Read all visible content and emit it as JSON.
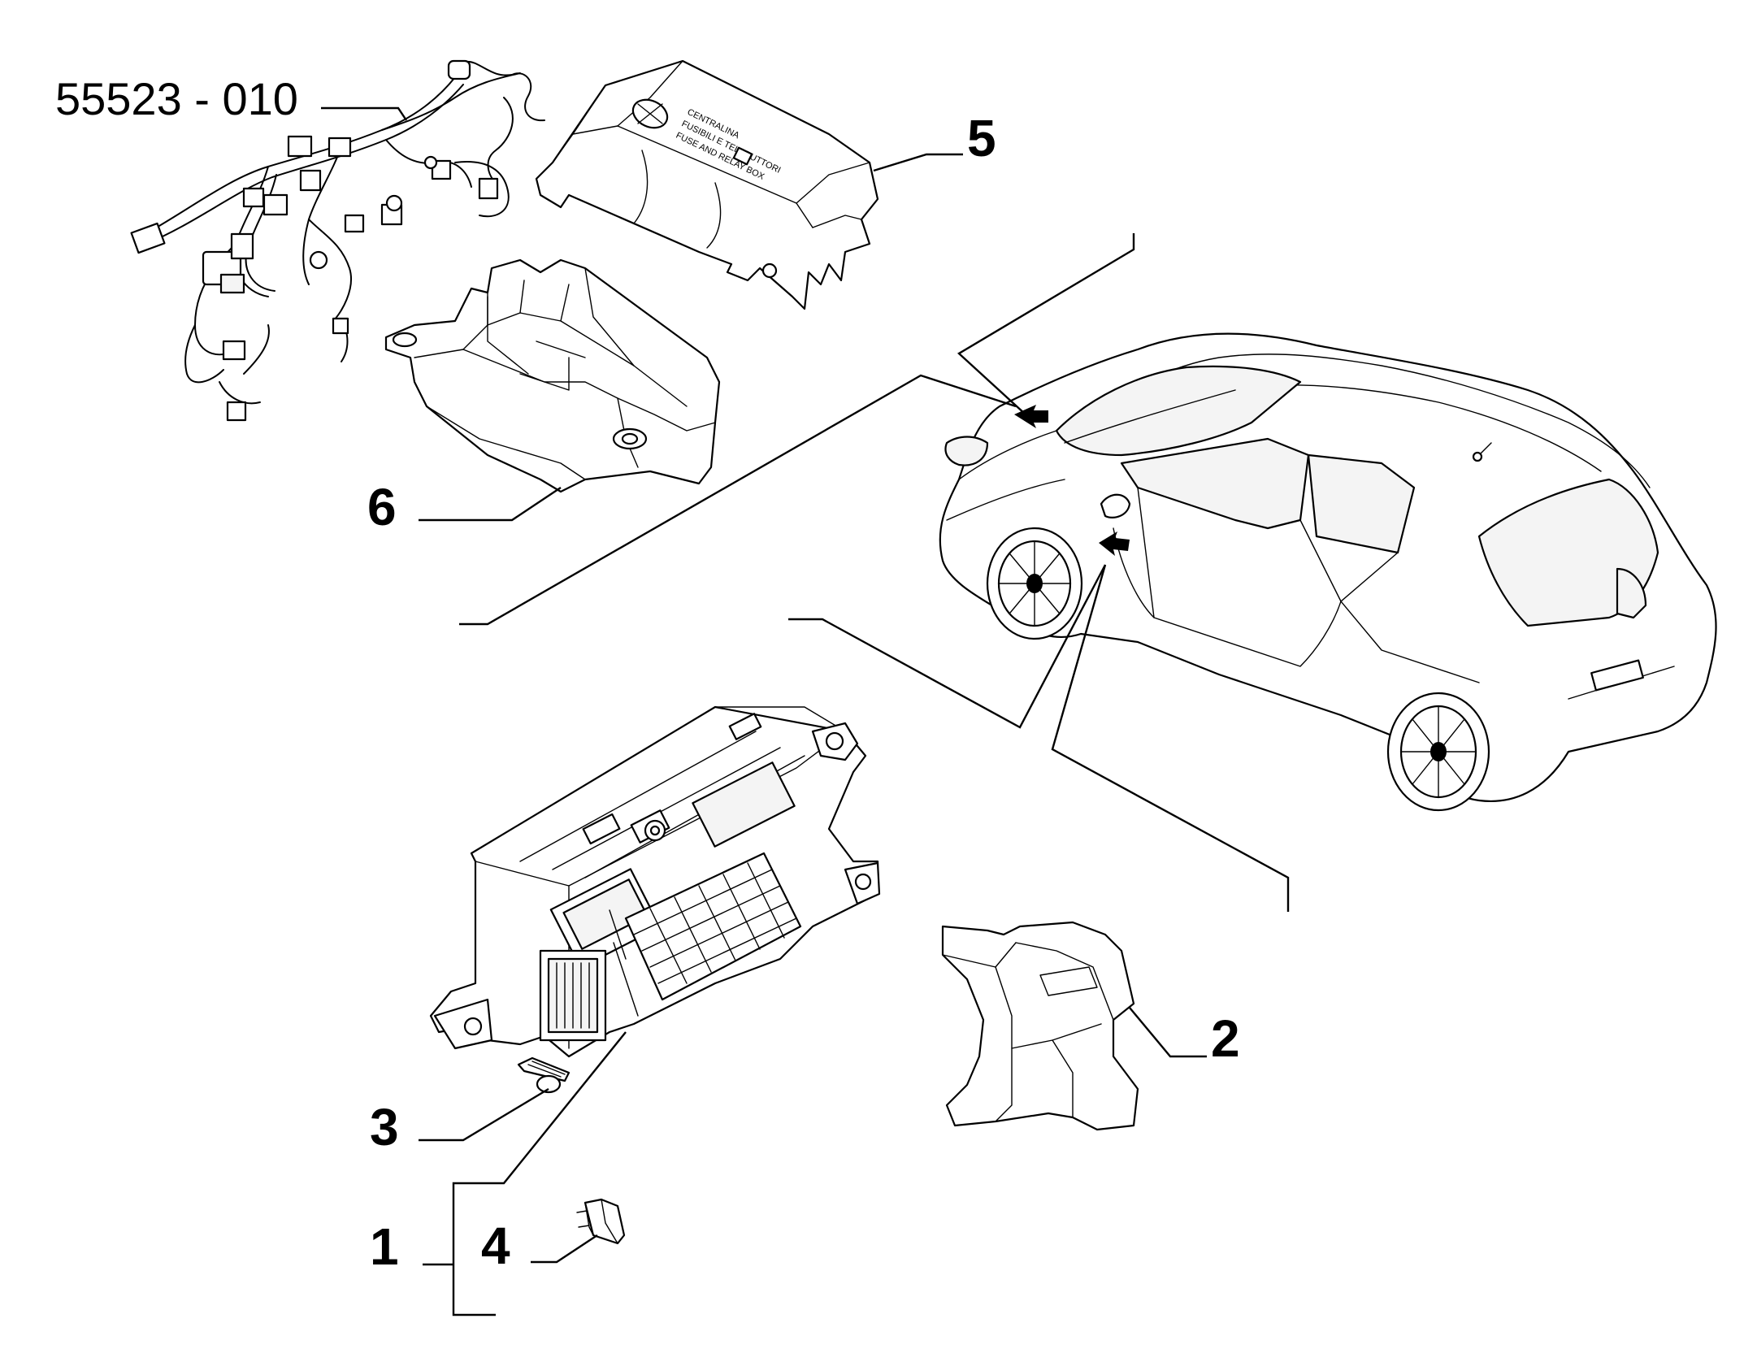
{
  "callouts": {
    "harness_code": "55523 - 010",
    "part_1": "1",
    "part_2": "2",
    "part_3": "3",
    "part_4": "4",
    "part_5": "5",
    "part_6": "6"
  },
  "cover_label": {
    "line_1": "CENTRALINA",
    "line_2": "FUSIBILI E TELERUTTORI",
    "line_3": "FUSE AND RELAY BOX"
  }
}
